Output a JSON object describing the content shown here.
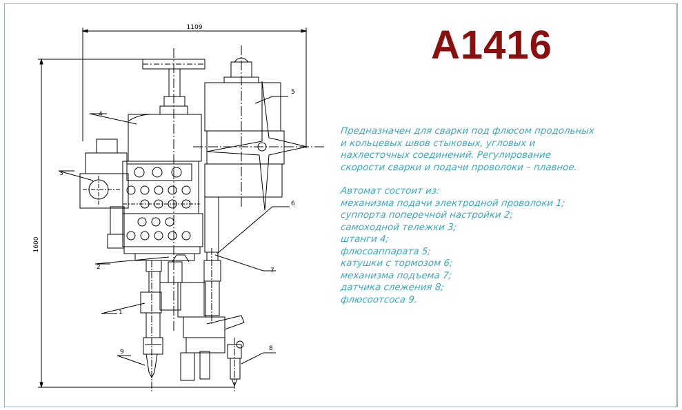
{
  "title": "А1416",
  "description": [
    "Предназначен для сварки под флюсом продольных",
    "и кольцевых швов стыковых, угловых и",
    "нахлесточных соединений. Регулирование",
    "скорости сварки и подачи проволоки – плавное."
  ],
  "components_header": "Автомат состоит из:",
  "components": [
    "механизма подачи электродной проволоки 1;",
    "суппорта поперечной настройки 2;",
    "самоходной тележки 3;",
    "штанги 4;",
    "флюсоаппарата 5;",
    "катушки с тормозом 6;",
    "механизма подъема 7;",
    "датчика слежения 8;",
    "флюсоотсоса 9."
  ],
  "dimensions": {
    "width_label": "1109",
    "height_label": "1600"
  },
  "callouts": [
    "1",
    "2",
    "3",
    "4",
    "5",
    "6",
    "7",
    "8",
    "9"
  ],
  "colors": {
    "title": "#8a1010",
    "text": "#3aa8c0",
    "frame": "#9ab0c8",
    "lines": "#000000"
  }
}
